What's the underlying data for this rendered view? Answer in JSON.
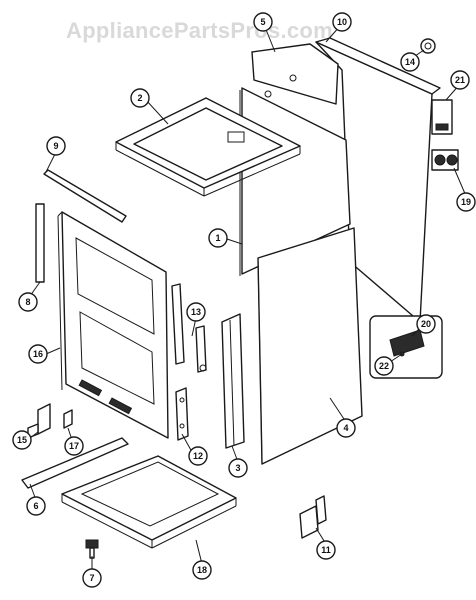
{
  "watermark": "AppliancePartsPros.com",
  "callouts": {
    "c1": "1",
    "c2": "2",
    "c3": "3",
    "c4": "4",
    "c5": "5",
    "c6": "6",
    "c7": "7",
    "c8": "8",
    "c9": "9",
    "c10": "10",
    "c11": "11",
    "c12": "12",
    "c13": "13",
    "c14": "14",
    "c15": "15",
    "c16": "16",
    "c17": "17",
    "c18": "18",
    "c19": "19",
    "c20": "20",
    "c21": "21",
    "c22": "22"
  }
}
